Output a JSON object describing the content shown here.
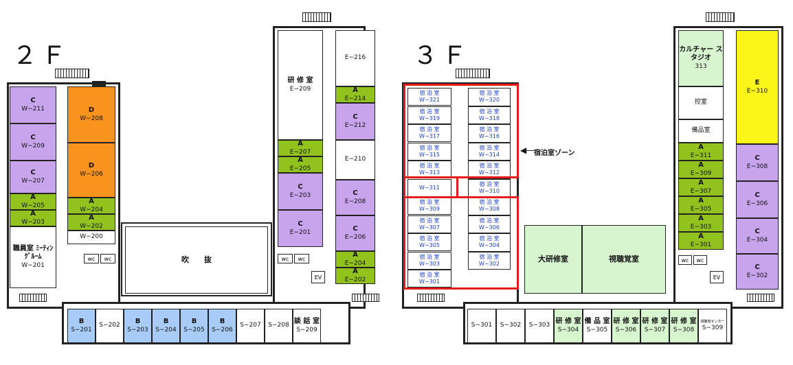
{
  "f2": {
    "label": "２Ｆ",
    "west": [
      {
        "g": "C",
        "c": "W−211",
        "cls": "purple"
      },
      {
        "g": "C",
        "c": "W−209",
        "cls": "purple"
      },
      {
        "g": "C",
        "c": "W−207",
        "cls": "purple"
      },
      {
        "g": "A",
        "c": "W−205",
        "cls": "green"
      },
      {
        "g": "A",
        "c": "W−203",
        "cls": "green"
      },
      {
        "g": "職員室 ﾐｰﾃｨﾝｸﾞﾙｰﾑ",
        "c": "W−201",
        "cls": "white"
      }
    ],
    "westInner": [
      {
        "g": "D",
        "c": "W−208",
        "cls": "orange"
      },
      {
        "g": "D",
        "c": "W−206",
        "cls": "orange"
      },
      {
        "g": "A",
        "c": "W−204",
        "cls": "green"
      },
      {
        "g": "A",
        "c": "W−202",
        "cls": "green"
      },
      {
        "g": "",
        "c": "W−200",
        "cls": "white"
      }
    ],
    "atrium": "吹　　抜",
    "eastInner": [
      {
        "g": "研 修 室",
        "c": "E−209",
        "cls": "white"
      },
      {
        "g": "A",
        "c": "E−207",
        "cls": "green"
      },
      {
        "g": "A",
        "c": "E−205",
        "cls": "green"
      },
      {
        "g": "C",
        "c": "E−203",
        "cls": "purple"
      },
      {
        "g": "C",
        "c": "E−201",
        "cls": "purple"
      }
    ],
    "east": [
      {
        "g": "",
        "c": "E−216",
        "cls": "white"
      },
      {
        "g": "A",
        "c": "E−214",
        "cls": "green"
      },
      {
        "g": "C",
        "c": "E−212",
        "cls": "purple"
      },
      {
        "g": "",
        "c": "E−210",
        "cls": "white"
      },
      {
        "g": "C",
        "c": "E−208",
        "cls": "purple"
      },
      {
        "g": "C",
        "c": "E−206",
        "cls": "purple"
      },
      {
        "g": "A",
        "c": "E−204",
        "cls": "green"
      },
      {
        "g": "A",
        "c": "E−202",
        "cls": "green"
      }
    ],
    "south": [
      {
        "g": "B",
        "c": "S−201",
        "cls": "blue"
      },
      {
        "g": "",
        "c": "S−202",
        "cls": "white"
      },
      {
        "g": "B",
        "c": "S−203",
        "cls": "blue"
      },
      {
        "g": "B",
        "c": "S−204",
        "cls": "blue"
      },
      {
        "g": "B",
        "c": "S−205",
        "cls": "blue"
      },
      {
        "g": "B",
        "c": "S−206",
        "cls": "blue"
      },
      {
        "g": "",
        "c": "S−207",
        "cls": "white"
      },
      {
        "g": "",
        "c": "S−208",
        "cls": "white"
      },
      {
        "g": "談 話 室",
        "c": "S−209",
        "cls": "white"
      }
    ],
    "wc": "wc",
    "ev": "EV"
  },
  "f3": {
    "label": "３Ｆ",
    "lodgingName": "宿 泊 室",
    "westOuter": [
      "W−321",
      "W−319",
      "W−317",
      "W−315",
      "W−313",
      "W−311",
      "W−309",
      "W−307",
      "W−305",
      "W−303",
      "W−301"
    ],
    "westInner": [
      "W−320",
      "W−318",
      "W−316",
      "W−314",
      "W−312",
      "W−310",
      "W−308",
      "W−306",
      "W−304",
      "W−302"
    ],
    "zoneLabel": "宿泊室ゾーン",
    "hallLarge": "大研修室",
    "hallAV": "視聴覚室",
    "eastInner": [
      {
        "g": "カルチャー スタジオ",
        "c": "313",
        "cls": "lgreen"
      },
      {
        "g": "",
        "c": "控室",
        "cls": "white"
      },
      {
        "g": "",
        "c": "備品室",
        "cls": "white"
      },
      {
        "g": "A",
        "c": "E−311",
        "cls": "green"
      },
      {
        "g": "A",
        "c": "E−309",
        "cls": "green"
      },
      {
        "g": "A",
        "c": "E−307",
        "cls": "green"
      },
      {
        "g": "A",
        "c": "E−305",
        "cls": "green"
      },
      {
        "g": "A",
        "c": "E−303",
        "cls": "green"
      },
      {
        "g": "A",
        "c": "E−301",
        "cls": "green"
      }
    ],
    "east": [
      {
        "g": "E",
        "c": "E−310",
        "cls": "yellow"
      },
      {
        "g": "C",
        "c": "E−308",
        "cls": "purple"
      },
      {
        "g": "C",
        "c": "E−306",
        "cls": "purple"
      },
      {
        "g": "C",
        "c": "E−304",
        "cls": "purple"
      },
      {
        "g": "C",
        "c": "E−302",
        "cls": "purple"
      }
    ],
    "south": [
      {
        "g": "",
        "c": "S−301",
        "cls": "white"
      },
      {
        "g": "",
        "c": "S−302",
        "cls": "white"
      },
      {
        "g": "",
        "c": "S−303",
        "cls": "white"
      },
      {
        "g": "研 修 室",
        "c": "S−304",
        "cls": "lgreen"
      },
      {
        "g": "備 品 室",
        "c": "S−305",
        "cls": "white"
      },
      {
        "g": "研 修 室",
        "c": "S−306",
        "cls": "lgreen"
      },
      {
        "g": "研 修 室",
        "c": "S−307",
        "cls": "lgreen"
      },
      {
        "g": "研 修 室",
        "c": "S−308",
        "cls": "lgreen"
      },
      {
        "g": "",
        "c": "S−309",
        "cls": "white"
      }
    ],
    "s309note": "視聴覚センター",
    "wc": "wc",
    "ev": "EV"
  }
}
